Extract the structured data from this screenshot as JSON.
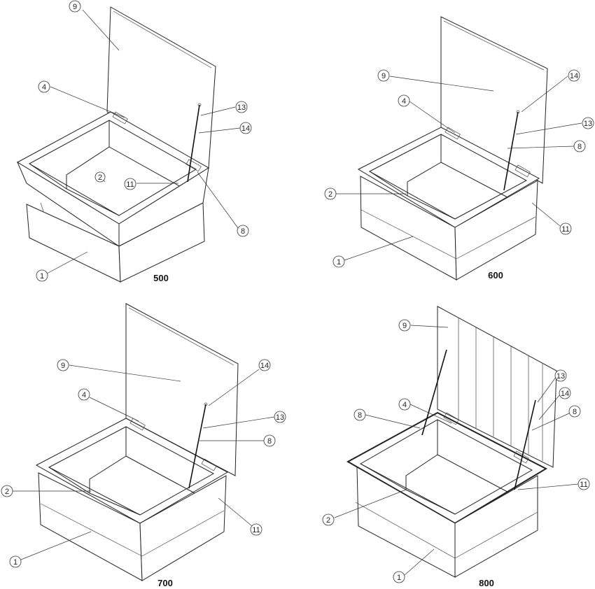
{
  "panels": [
    {
      "model": "500",
      "callouts": [
        {
          "num": "9"
        },
        {
          "num": "4"
        },
        {
          "num": "13"
        },
        {
          "num": "14"
        },
        {
          "num": "2"
        },
        {
          "num": "11"
        },
        {
          "num": "8"
        },
        {
          "num": "1"
        }
      ]
    },
    {
      "model": "600",
      "callouts": [
        {
          "num": "9"
        },
        {
          "num": "4"
        },
        {
          "num": "14"
        },
        {
          "num": "13"
        },
        {
          "num": "8"
        },
        {
          "num": "2"
        },
        {
          "num": "11"
        },
        {
          "num": "1"
        }
      ]
    },
    {
      "model": "700",
      "callouts": [
        {
          "num": "9"
        },
        {
          "num": "4"
        },
        {
          "num": "14"
        },
        {
          "num": "13"
        },
        {
          "num": "8"
        },
        {
          "num": "2"
        },
        {
          "num": "11"
        },
        {
          "num": "1"
        }
      ]
    },
    {
      "model": "800",
      "callouts": [
        {
          "num": "9"
        },
        {
          "num": "4"
        },
        {
          "num": "8"
        },
        {
          "num": "13"
        },
        {
          "num": "14"
        },
        {
          "num": "8"
        },
        {
          "num": "11"
        },
        {
          "num": "2"
        },
        {
          "num": "1"
        }
      ]
    }
  ]
}
